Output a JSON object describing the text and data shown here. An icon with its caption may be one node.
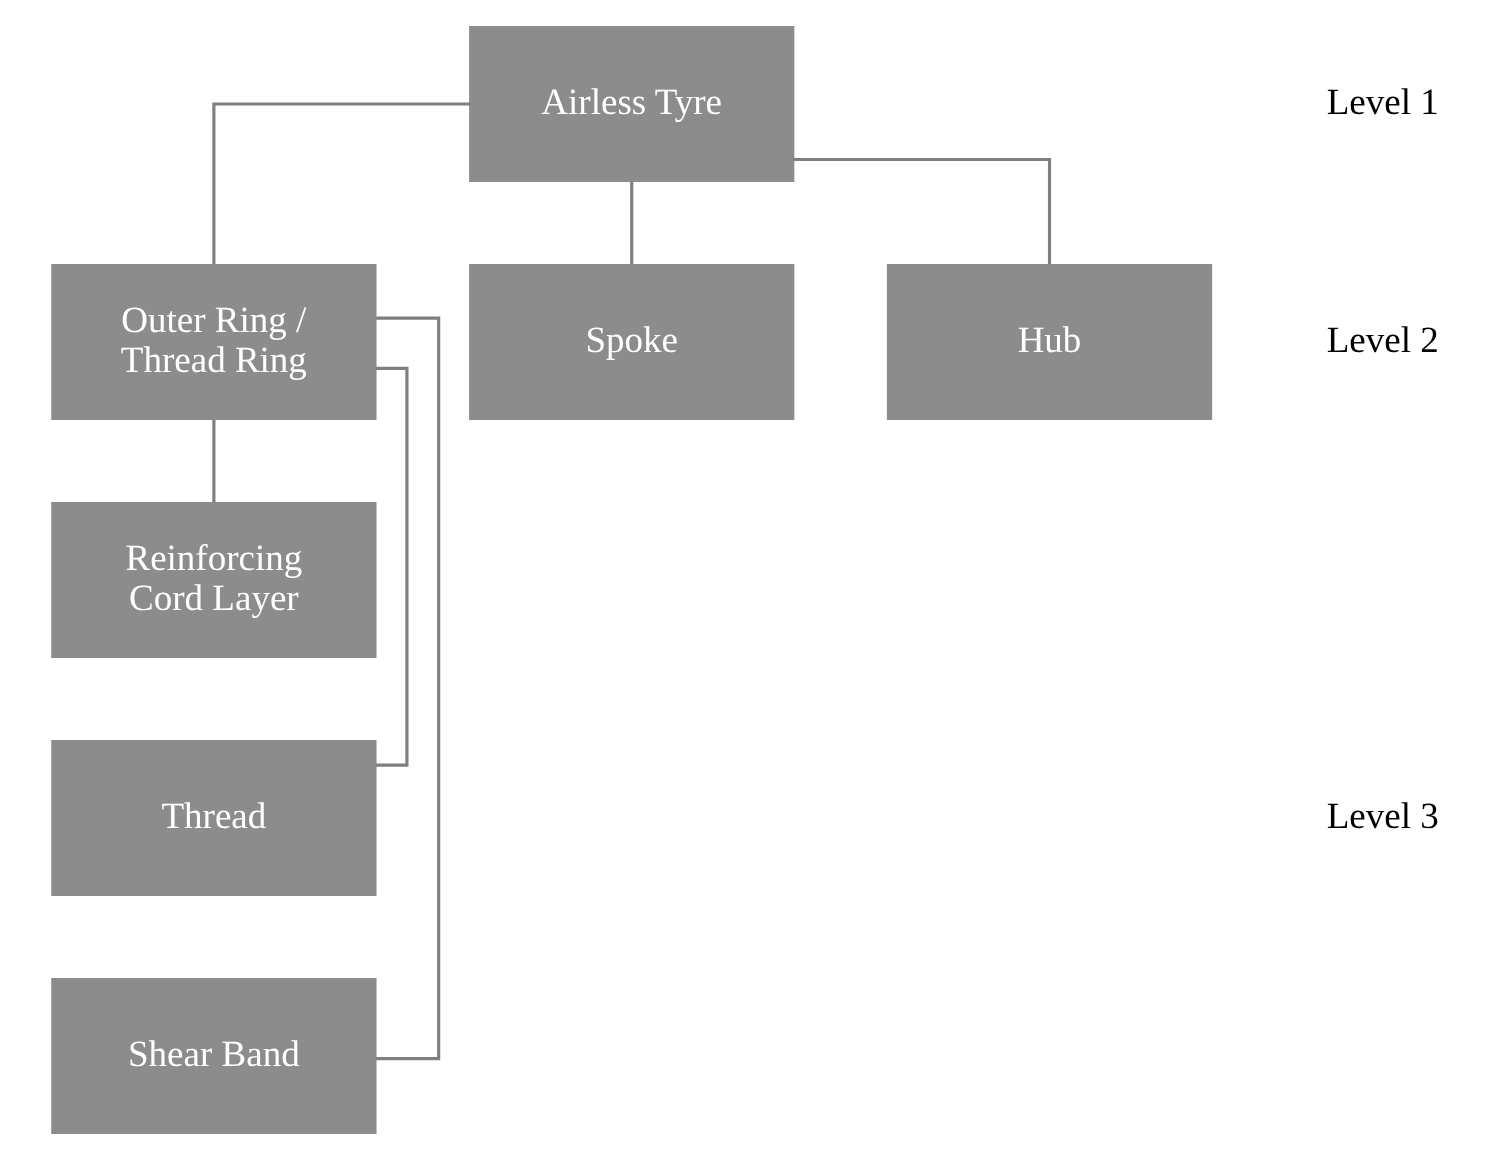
{
  "diagram": {
    "nodes": [
      {
        "text": [
          "Airless Tyre"
        ]
      },
      {
        "text": [
          "Outer Ring / Thread Ring"
        ]
      },
      {
        "text": [
          "Spoke"
        ]
      },
      {
        "text": [
          "Hub"
        ]
      },
      {
        "text": [
          "Reinforcing Cord Layer"
        ]
      },
      {
        "text": [
          "Thread"
        ]
      },
      {
        "text": [
          "Shear Band"
        ]
      }
    ],
    "edges": [
      {
        "from": 0,
        "to": 1,
        "arrow": "none"
      },
      {
        "from": 0,
        "to": 2,
        "arrow": "none"
      },
      {
        "from": 0,
        "to": 3,
        "arrow": "none"
      },
      {
        "from": 1,
        "to": 4,
        "arrow": "none"
      },
      {
        "from": 1,
        "to": 5,
        "arrow": "none"
      },
      {
        "from": 1,
        "to": 6,
        "arrow": "none"
      }
    ],
    "labels": [
      "Level 1",
      "Level 2",
      "Level 3"
    ]
  }
}
